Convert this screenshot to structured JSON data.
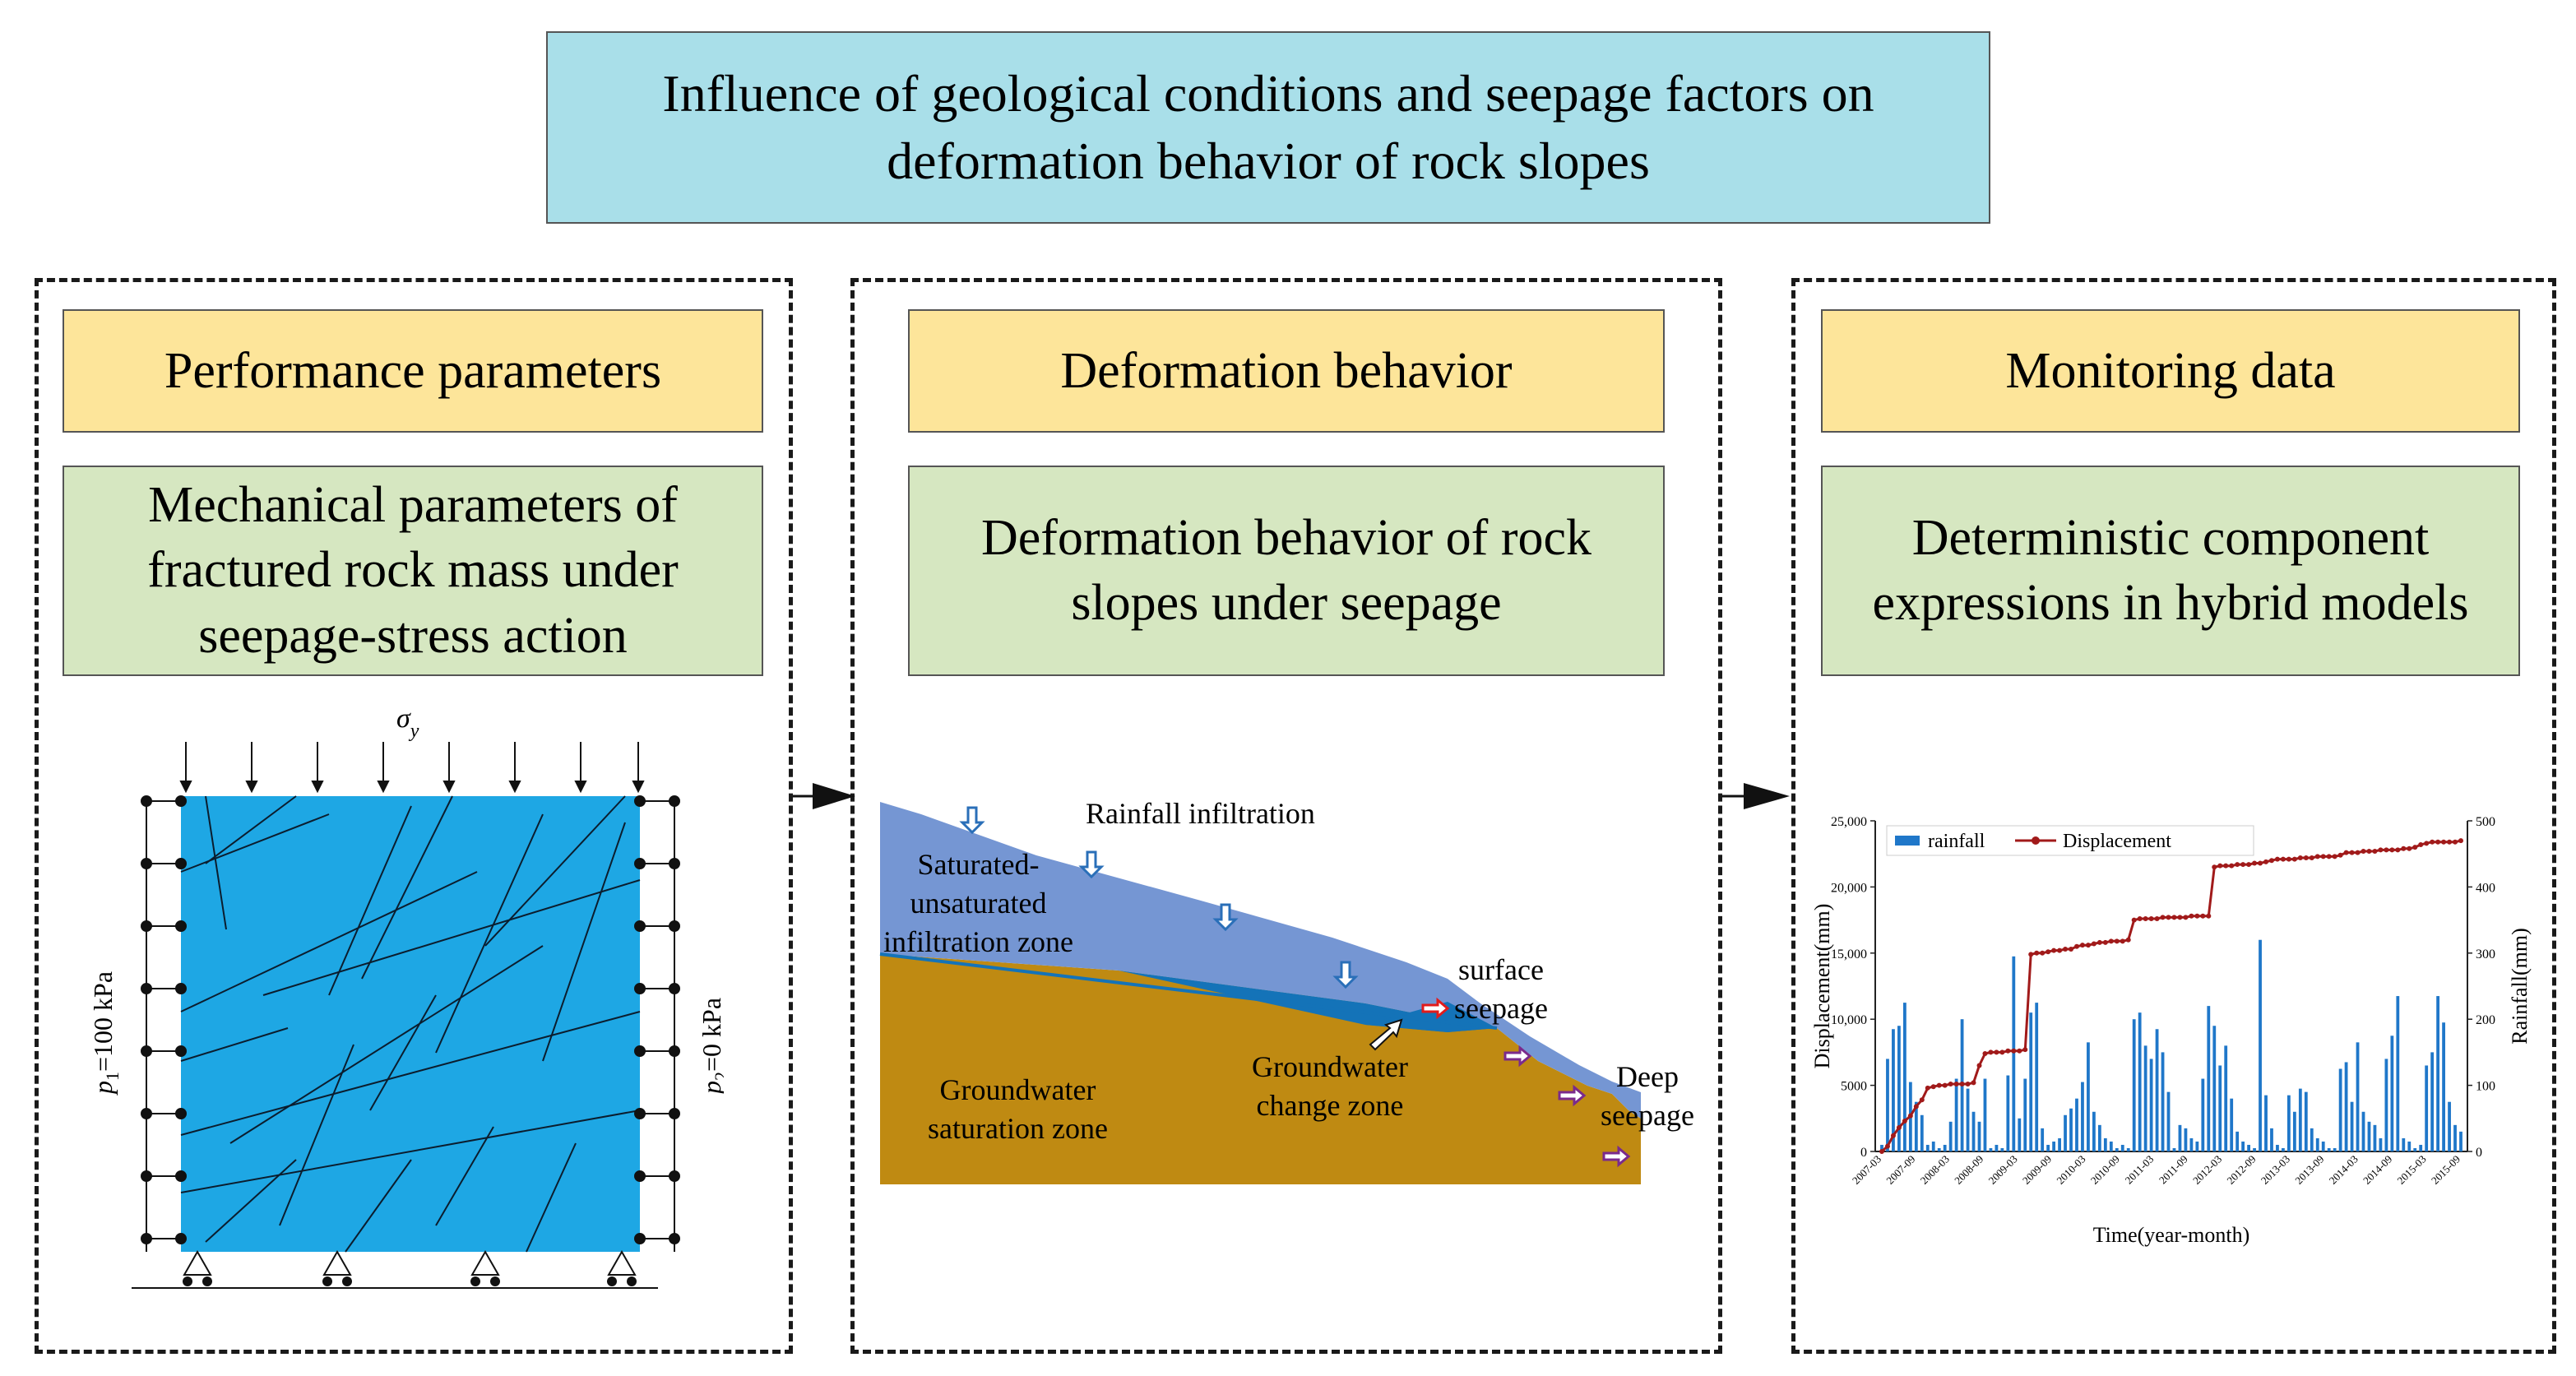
{
  "title": "Influence of geological conditions and seepage factors on deformation behavior of rock slopes",
  "panels": [
    {
      "header": "Performance parameters",
      "subheader": "Mechanical parameters of fractured rock mass under seepage-stress action"
    },
    {
      "header": "Deformation behavior",
      "subheader": "Deformation behavior of rock slopes under seepage"
    },
    {
      "header": "Monitoring data",
      "subheader": "Deterministic component expressions in hybrid models"
    }
  ],
  "rock_model": {
    "sigma_label": "σ",
    "sigma_sub": "y",
    "p1_label": "p",
    "p1_sub": "1",
    "p1_value": "=100 kPa",
    "p2_label": "p",
    "p2_sub": "2",
    "p2_value": "=0 kPa",
    "fill_color": "#1ea7e4"
  },
  "slope": {
    "rainfall": "Rainfall infiltration",
    "saturated": "Saturated-\nunsaturated\ninfiltration zone",
    "surface": "surface\nseepage",
    "groundwater_change": "Groundwater\nchange zone",
    "deep": "Deep\nseepage",
    "groundwater_sat": "Groundwater\nsaturation zone",
    "colors": {
      "upper": "#7596d3",
      "lower": "#bf8a12",
      "water": "#1473b8"
    }
  },
  "chart_data": {
    "type": "bar+line",
    "x_label": "Time(year-month)",
    "y_left_label": "Displacement(mm)",
    "y_right_label": "Rainfall(mm)",
    "y_left_ticks": [
      "0",
      "5000",
      "10,000",
      "15,000",
      "20,000",
      "25,000"
    ],
    "y_right_ticks": [
      "0",
      "100",
      "200",
      "300",
      "400",
      "500"
    ],
    "y_left_range": [
      0,
      25000
    ],
    "y_right_range": [
      0,
      500
    ],
    "x_ticks": [
      "2007-03",
      "2007-09",
      "2008-03",
      "2008-09",
      "2009-03",
      "2009-09",
      "2010-03",
      "2010-09",
      "2011-03",
      "2011-09",
      "2012-03",
      "2012-09",
      "2013-03",
      "2013-09",
      "2014-03",
      "2014-09",
      "2015-03",
      "2015-09"
    ],
    "legend": [
      {
        "name": "rainfall",
        "color": "#1f77c9"
      },
      {
        "name": "Displacement",
        "color": "#a11a1a"
      }
    ],
    "rainfall": [
      10,
      140,
      185,
      190,
      225,
      105,
      75,
      55,
      10,
      15,
      5,
      10,
      45,
      110,
      200,
      95,
      60,
      45,
      110,
      5,
      10,
      5,
      115,
      295,
      50,
      110,
      210,
      225,
      35,
      10,
      15,
      20,
      55,
      65,
      80,
      105,
      165,
      60,
      40,
      20,
      15,
      5,
      10,
      5,
      200,
      210,
      160,
      140,
      185,
      150,
      90,
      5,
      40,
      35,
      20,
      15,
      110,
      220,
      190,
      130,
      160,
      80,
      30,
      15,
      10,
      5,
      320,
      85,
      35,
      10,
      5,
      85,
      60,
      95,
      90,
      35,
      20,
      15,
      5,
      5,
      125,
      135,
      75,
      165,
      60,
      45,
      40,
      20,
      140,
      175,
      235,
      20,
      15,
      5,
      10,
      130,
      150,
      235,
      195,
      75,
      40,
      30
    ],
    "displacement": [
      0,
      400,
      1200,
      1800,
      2300,
      2700,
      3400,
      3900,
      4800,
      4900,
      5000,
      5000,
      5100,
      5100,
      5100,
      5100,
      5200,
      6500,
      7400,
      7500,
      7500,
      7500,
      7600,
      7600,
      7600,
      7700,
      14900,
      15000,
      15000,
      15100,
      15200,
      15200,
      15300,
      15300,
      15500,
      15600,
      15600,
      15700,
      15800,
      15800,
      15900,
      15900,
      15900,
      16000,
      17500,
      17600,
      17600,
      17600,
      17600,
      17700,
      17700,
      17700,
      17700,
      17700,
      17800,
      17800,
      17800,
      17800,
      21500,
      21600,
      21600,
      21600,
      21700,
      21700,
      21700,
      21800,
      21800,
      21900,
      22000,
      22100,
      22100,
      22100,
      22100,
      22200,
      22200,
      22200,
      22300,
      22300,
      22300,
      22300,
      22400,
      22600,
      22600,
      22600,
      22700,
      22700,
      22700,
      22800,
      22800,
      22800,
      22800,
      22900,
      22900,
      23000,
      23200,
      23300,
      23400,
      23400,
      23400,
      23400,
      23400,
      23500
    ]
  }
}
